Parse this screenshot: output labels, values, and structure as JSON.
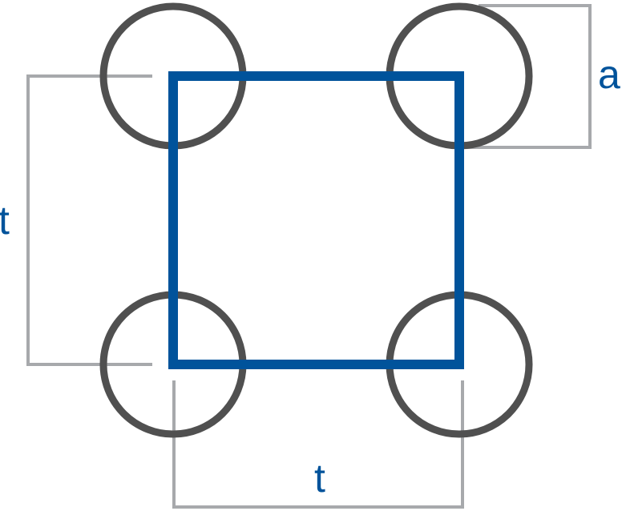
{
  "labels": {
    "a": "a",
    "t_left": "t",
    "t_bottom": "t"
  },
  "colors": {
    "circle": "#505050",
    "square": "#00539b",
    "dimension": "#a7a9ac",
    "label": "#00539b"
  }
}
